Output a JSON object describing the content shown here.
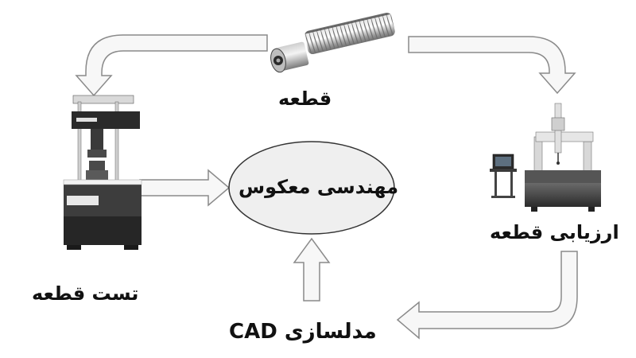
{
  "diagram": {
    "nodes": {
      "part": {
        "label": "قطعه",
        "icon": "spring-cylinder-part"
      },
      "test": {
        "label": "تست قطعه",
        "icon": "universal-testing-machine"
      },
      "evaluation": {
        "label": "ارزیابی قطعه",
        "icon": "coordinate-measuring-machine"
      },
      "reverse_engineering": {
        "label": "مهندسی معکوس"
      },
      "cad_modeling": {
        "label": "مدلسازی  CAD"
      }
    },
    "colors": {
      "arrow_fill": "#f7f7f7",
      "arrow_stroke": "#8a8a8a",
      "ellipse_fill": "#efefef",
      "ellipse_stroke": "#333333",
      "text": "#111111"
    }
  }
}
